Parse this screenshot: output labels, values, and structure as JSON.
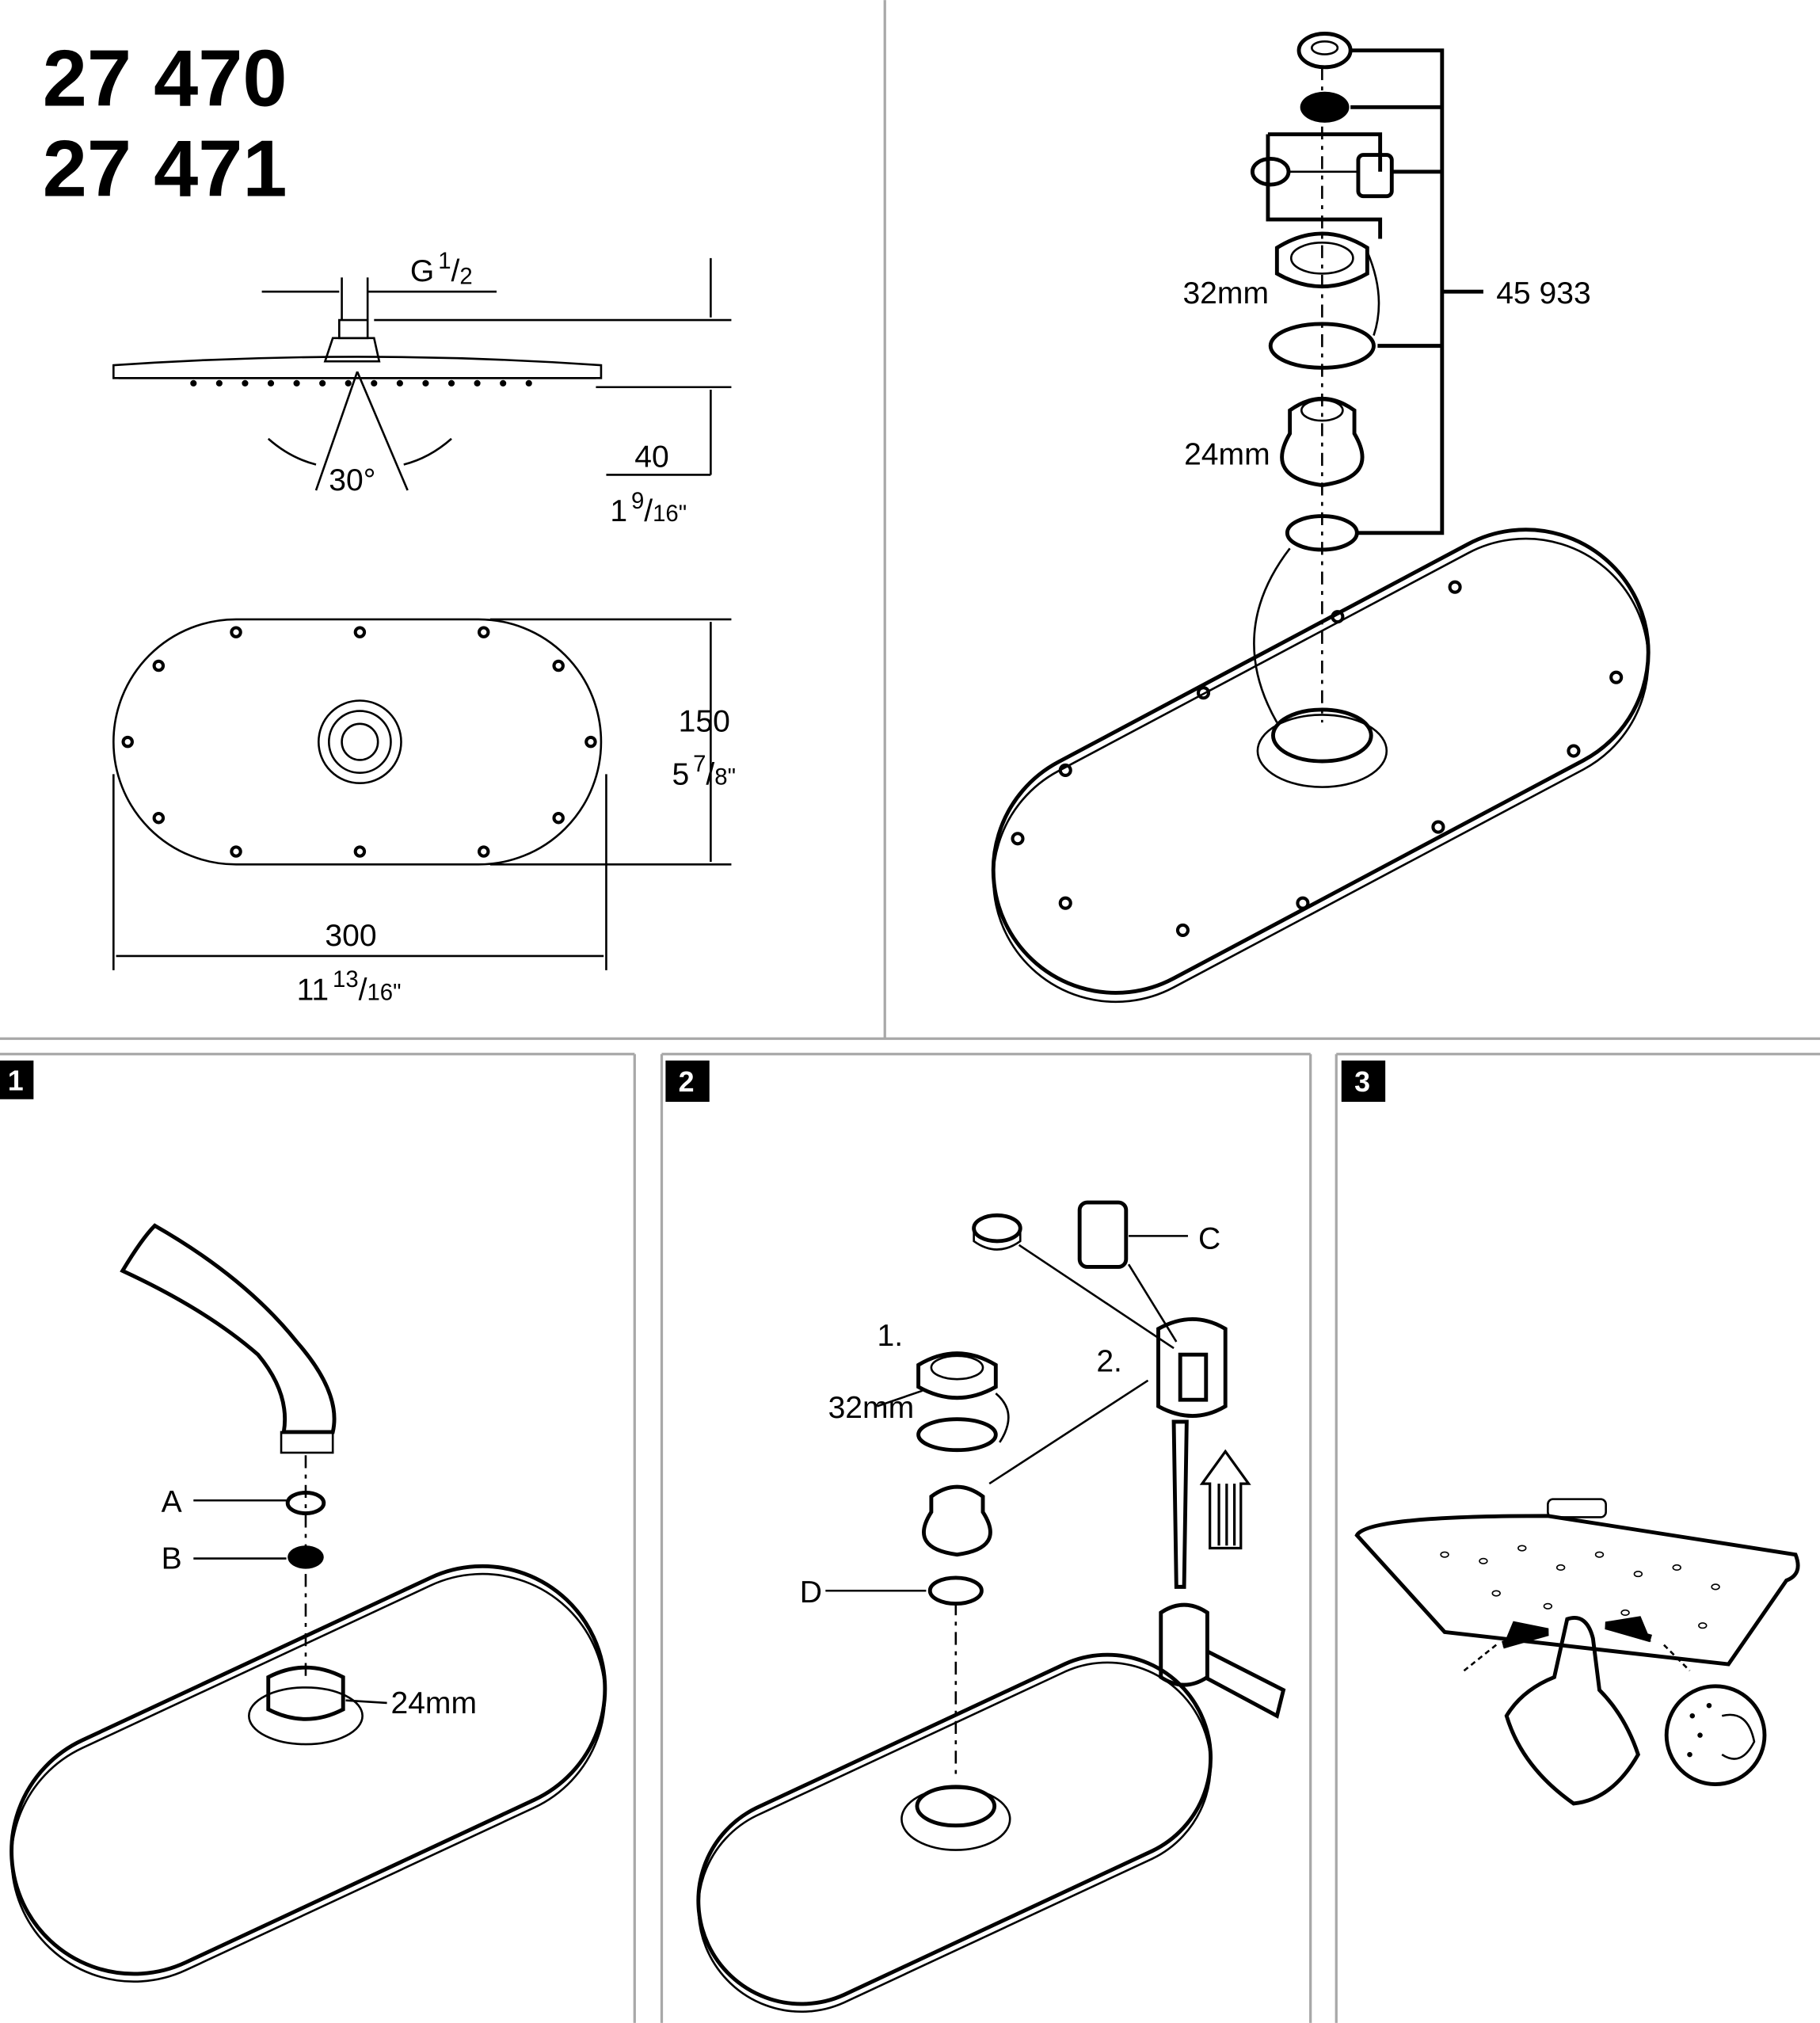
{
  "models": [
    "27 470",
    "27 471"
  ],
  "dimensions": {
    "thread": {
      "main": "G",
      "num": "1",
      "den": "2"
    },
    "angle": "30°",
    "height_mm": "40",
    "height_in": {
      "whole": "1",
      "num": "9",
      "den": "16\""
    },
    "depth_mm": "150",
    "depth_in": {
      "whole": "5",
      "num": "7",
      "den": "8\""
    },
    "width_mm": "300",
    "width_in": {
      "whole": "11",
      "num": "13",
      "den": "16\""
    }
  },
  "exploded_view": {
    "wrench_32": "32mm",
    "wrench_24": "24mm",
    "spare_part_number": "45 933"
  },
  "steps": [
    {
      "number": "1",
      "labels": {
        "a": "A",
        "b": "B",
        "wrench": "24mm"
      }
    },
    {
      "number": "2",
      "labels": {
        "first": "1.",
        "second": "2.",
        "wrench": "32mm",
        "c": "C",
        "d": "D"
      }
    },
    {
      "number": "3"
    }
  ]
}
